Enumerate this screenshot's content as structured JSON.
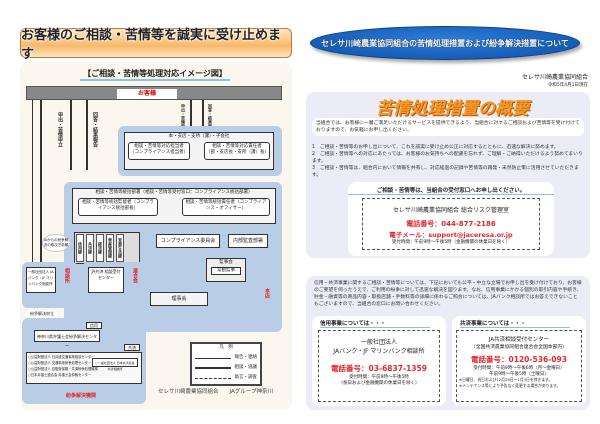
{
  "left": {
    "banner": "お客様のご相談・苦情等を誠実に受け止めます",
    "subtitle": "【ご相談・苦情等処理対応イメージ図】",
    "customer": "お客様",
    "branch_group": "本・支店・支所（課）・子会社",
    "branch_staff": "相談・苦情等対応担当者（コンプライアンス担当者）",
    "branch_chief": "相談・苦情等対応責任者（部・支店長・支所（課）長）",
    "hq_group": "相談・苦情等統括部署（相談・苦情等受付窓口：コンプライアンス統括部署）",
    "hq_manager": "相談・苦情等統括監督者（コンプライアンス統括部長）",
    "hq_officer": "相談・苦情等統括責任者（コンプライアンス・オフィサー）",
    "divisions": [
      "信用課",
      "共済課",
      "経済課",
      "資産管理課",
      "営農生活課"
    ],
    "compliance_committee": "コンプライアンス委員会",
    "audit_dept": "内部監査部署",
    "auditors": "監事会",
    "standing_auditor": "常勤監事",
    "board": "理事会",
    "ja_note": "JAからの紛争解決の取次ぎ依頼",
    "bank_center": "一般社団法人 JAバンク・JF マリンバンク相談所",
    "bank_tag": "信用",
    "kyosai_center": "JA共済 相談受付センター",
    "kyosai_tag": "共済",
    "label_bank_side": "相談所",
    "label_kyosai_side": "連合会",
    "label_hq_side": "本店",
    "dispute_request": "紛争解決申立",
    "bar_center": "神奈川県弁護士会紛争解決センター",
    "shinyo_tag": "信用",
    "kyosai_tag2": "共済",
    "dispute_list": [
      "○公益財団法人 日弁連交通事故相談センター",
      "○公益財団法人 交通事故紛争処理センター",
      "○公益財団法人 自賠責保険・共済紛争処理機構",
      "○日本弁護士連合会 弁護士会仲裁センター"
    ],
    "kyosai_org": "○一般社団法人 日本共済協会 共済相談所",
    "dispute_label": "紛争解決機関",
    "vertical_flow": [
      "申出・苦情申立",
      "回答・結果報告",
      "申出・苦情申立",
      "回答・結果報告"
    ],
    "legend_title": "凡　例",
    "legend": [
      "報告・連絡",
      "相談・協議",
      "助言・調査"
    ],
    "footer": "セレサ川崎農業協同組合　　JAグループ神奈川"
  },
  "right": {
    "banner": "セレサ川崎農業協同組合の苦情処理措置および紛争解決措置について",
    "org": "セレサ川崎農業協同組合",
    "date": "令和5年4月1日現在",
    "title": "苦情処理措置の概要",
    "intro": "当組合では、お客様に一層ご満足いただけるサービスを提供できるよう、当組合に対するご相談および苦情等を受け付けておりますので、お気軽にお申し出ください。",
    "items": [
      "1　ご相談・苦情等のお申し出について、これを誠実に受け止め公正に対応するとともに、迅速な解決に努めます。",
      "2　ご相談・苦情等への対応にあたっては、お客様のお気持ちへの配慮を忘れず、ご理解・ご納得いただけるよう努めてまいります。",
      "3　ご相談・苦情等は、組合内において情報を共有し、対応経過の記録や苦情等の再発・未然防止策に活用させていただきます。"
    ],
    "contact_heading": "ご相談・苦情等は、当組合の受付窓口へお申し出ください。",
    "contact_org": "セレサ川崎農業協同組合 総合リスク管理室",
    "contact_phone": "電話番号：044-877-2186",
    "contact_email": "電子メール：support@jaceresa.or.jp",
    "contact_hours": "受付時間：午前9時～午後5時（金融機関の休業日を除く）",
    "dispute_text": "信用・共済事業に関するご相談・苦情等については、下記においても公平・中立な立場でお申し出を受け付けており、お客様のご要望を伺ったうえで、ご利用の紛争に対して迅速な解決を図ります。なお、信用事業にかかる個別の取引内容や手続き、貯金・融資等の商品内容・取扱店舗・手数料等の詳細に係わるご照会については、JAバンク相談所ではお答えできないこともございますので、当組合の窓口にお問い合わせください。",
    "bank": {
      "heading": "信用事業については・・・",
      "org1": "一般社団法人",
      "org2": "JAバンク・JF マリンバンク相談所",
      "phone": "電話番号：03-6837-1359",
      "hours": "受付時間：午前9時～午後5時",
      "note": "（祝日および金融機関の休業日を除く）"
    },
    "kyosai": {
      "heading": "共済事業については・・・",
      "org1": "JA共済相談受付センター",
      "org2": "（全国共済農業協同組合連合会全国本部内）",
      "phone": "電話番号：0120-536-093",
      "hours1": "受付時間：午前9時～午後6時（月～金曜日）",
      "hours2": "午前9時～午後5時（土曜日）",
      "note1": "※日曜日、祝日および12月29日～1月3日を除きます。",
      "note2": "※メンテナンス等により予告なく変更する場合があります。"
    }
  },
  "colors": {
    "accent_blue": "#0a4fa8",
    "orange": "#f39a2a",
    "red": "#e0282e",
    "panel_blue": "#b9cde6"
  }
}
